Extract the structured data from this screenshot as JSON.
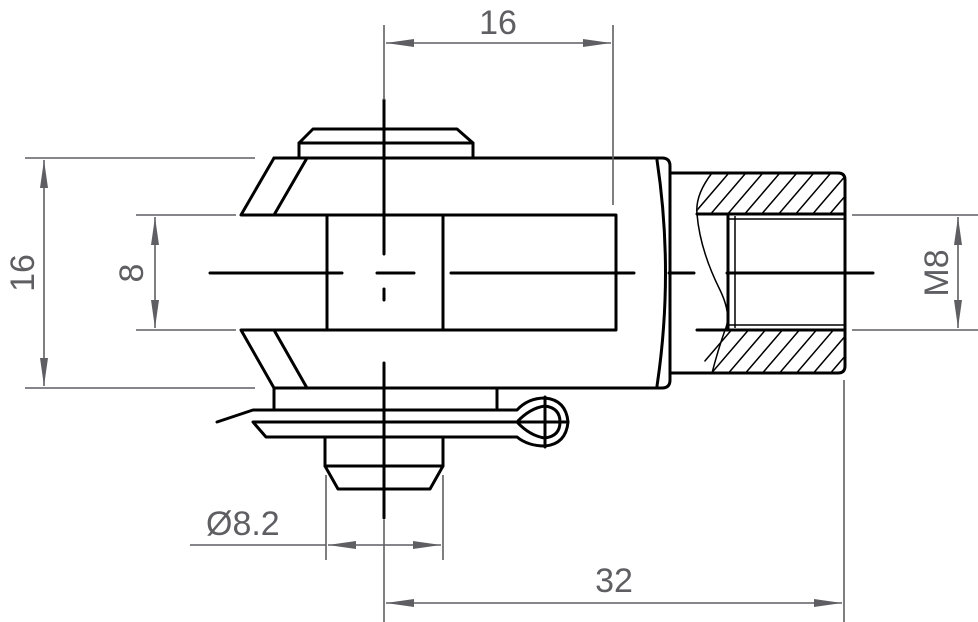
{
  "drawing": {
    "subject": "Clevis (fork head) with pin and split pin, internal thread section",
    "colors": {
      "object_lines": "#000000",
      "dimension_lines": "#5f5f63",
      "background": "#ffffff"
    },
    "dimensions": {
      "top_width": "16",
      "left_height": "16",
      "slot_width": "8",
      "thread": "M8",
      "pin_diameter": "Ø8.2",
      "overall_length": "32"
    }
  }
}
